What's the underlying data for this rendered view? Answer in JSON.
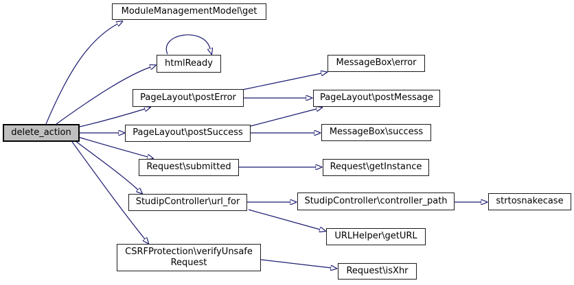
{
  "graph": {
    "type": "call-graph",
    "focus_function": "delete_action",
    "colors": {
      "edge": "#191970",
      "node_fill": "#ffffff",
      "node_border": "#000000",
      "focus_node_fill": "#bfbfbf",
      "background": "#ffffff",
      "text": "#000000"
    },
    "nodes": [
      {
        "id": "delete_action",
        "label": "delete_action",
        "focused": true
      },
      {
        "id": "module_management_model_get",
        "label": "ModuleManagementModel\\get"
      },
      {
        "id": "html_ready",
        "label": "htmlReady"
      },
      {
        "id": "page_layout_post_error",
        "label": "PageLayout\\postError"
      },
      {
        "id": "page_layout_post_success",
        "label": "PageLayout\\postSuccess"
      },
      {
        "id": "request_submitted",
        "label": "Request\\submitted"
      },
      {
        "id": "studip_controller_url_for",
        "label": "StudipController\\url_for"
      },
      {
        "id": "csrf_protection_verify_unsafe_request",
        "label": "CSRFProtection\\verifyUnsafe\nRequest"
      },
      {
        "id": "message_box_error",
        "label": "MessageBox\\error"
      },
      {
        "id": "page_layout_post_message",
        "label": "PageLayout\\postMessage"
      },
      {
        "id": "message_box_success",
        "label": "MessageBox\\success"
      },
      {
        "id": "request_get_instance",
        "label": "Request\\getInstance"
      },
      {
        "id": "studip_controller_controller_path",
        "label": "StudipController\\controller_path"
      },
      {
        "id": "url_helper_get_url",
        "label": "URLHelper\\getURL"
      },
      {
        "id": "request_is_xhr",
        "label": "Request\\isXhr"
      },
      {
        "id": "strtosnakecase",
        "label": "strtosnakecase"
      }
    ],
    "edges": [
      {
        "from": "delete_action",
        "to": "module_management_model_get"
      },
      {
        "from": "delete_action",
        "to": "html_ready"
      },
      {
        "from": "delete_action",
        "to": "page_layout_post_error"
      },
      {
        "from": "delete_action",
        "to": "page_layout_post_success"
      },
      {
        "from": "delete_action",
        "to": "request_submitted"
      },
      {
        "from": "delete_action",
        "to": "studip_controller_url_for"
      },
      {
        "from": "delete_action",
        "to": "csrf_protection_verify_unsafe_request"
      },
      {
        "from": "html_ready",
        "to": "html_ready"
      },
      {
        "from": "page_layout_post_error",
        "to": "message_box_error"
      },
      {
        "from": "page_layout_post_error",
        "to": "page_layout_post_message"
      },
      {
        "from": "page_layout_post_success",
        "to": "page_layout_post_message"
      },
      {
        "from": "page_layout_post_success",
        "to": "message_box_success"
      },
      {
        "from": "request_submitted",
        "to": "request_get_instance"
      },
      {
        "from": "studip_controller_url_for",
        "to": "studip_controller_controller_path"
      },
      {
        "from": "studip_controller_url_for",
        "to": "url_helper_get_url"
      },
      {
        "from": "studip_controller_controller_path",
        "to": "strtosnakecase"
      },
      {
        "from": "csrf_protection_verify_unsafe_request",
        "to": "request_is_xhr"
      }
    ]
  }
}
